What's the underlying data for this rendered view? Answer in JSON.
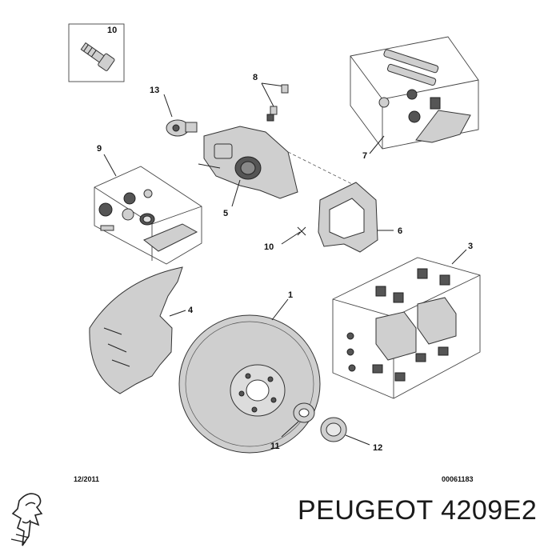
{
  "callouts": {
    "p1": "1",
    "p3": "3",
    "p4": "4",
    "p5": "5",
    "p6": "6",
    "p7": "7",
    "p8": "8",
    "p9": "9",
    "p10a": "10",
    "p10b": "10",
    "p11": "11",
    "p12": "12",
    "p13": "13"
  },
  "footer": {
    "date": "12/2011",
    "ref": "00061183"
  },
  "brand": {
    "text": "PEUGEOT 4209E2",
    "logo": "peugeot-lion-logo"
  },
  "colors": {
    "part_fill": "#cfcfcf",
    "line": "#222222",
    "background": "#ffffff"
  }
}
